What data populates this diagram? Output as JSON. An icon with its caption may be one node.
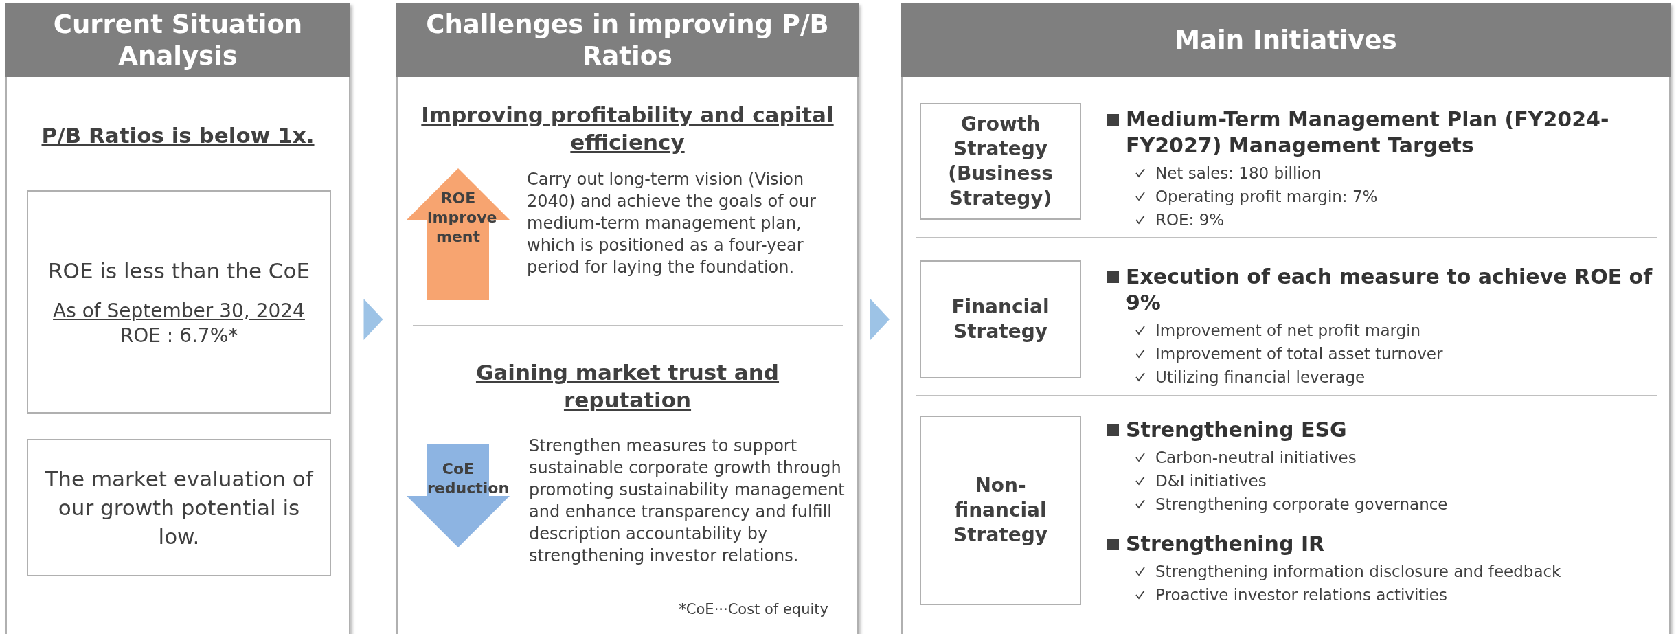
{
  "diagram": {
    "nodes": [
      {
        "text": [
          "Current Situation Analysis",
          "P/B Ratios is below 1x."
        ]
      },
      {
        "text": [
          "ROE is less than the CoE",
          "As of September 30, 2024",
          "ROE : 6.7%*"
        ],
        "in": 0
      },
      {
        "text": [
          "The market evaluation of our growth potential is low."
        ],
        "in": 0
      },
      {
        "text": [
          "Challenges in improving P/B Ratios",
          "Improving profitability and capital efficiency",
          "Carry out long-term vision (Vision 2040) and achieve the goals of our medium-term management plan, which is positioned as a four-year period for laying the foundation.",
          "Gaining market trust and reputation",
          "Strengthen measures to support sustainable corporate growth through promoting sustainability management and enhance transparency and fulfill description accountability by strengthening investor relations.",
          "*CoE···Cost of equity"
        ]
      },
      {
        "text": [
          "ROE improve ment"
        ],
        "in": 3
      },
      {
        "text": [
          "CoE reduction"
        ],
        "in": 3
      },
      {
        "text": [
          "Main Initiatives"
        ]
      },
      {
        "text": [
          "Growth Strategy (Business Strategy)"
        ],
        "in": 6,
        "beside": [
          "Medium-Term Management Plan (FY2024-FY2027) Management Targets",
          "Net sales: 180 billion",
          "Operating profit margin: 7%",
          "ROE: 9%"
        ]
      },
      {
        "text": [
          "Financial Strategy"
        ],
        "in": 6,
        "beside": [
          "Execution of each measure to achieve ROE of 9%",
          "Improvement of net profit margin",
          "Improvement of total asset turnover",
          "Utilizing financial leverage"
        ]
      },
      {
        "text": [
          "Non-financial Strategy"
        ],
        "in": 6,
        "beside": [
          "Strengthening ESG",
          "Carbon-neutral initiatives",
          "D&I initiatives",
          "Strengthening corporate governance",
          "Strengthening IR",
          "Strengthening information disclosure and feedback",
          "Proactive investor relations activities"
        ]
      }
    ],
    "edges": [
      {
        "from": 0,
        "to": 3,
        "arrow": "to"
      },
      {
        "from": 3,
        "to": 6,
        "arrow": "to"
      }
    ]
  }
}
